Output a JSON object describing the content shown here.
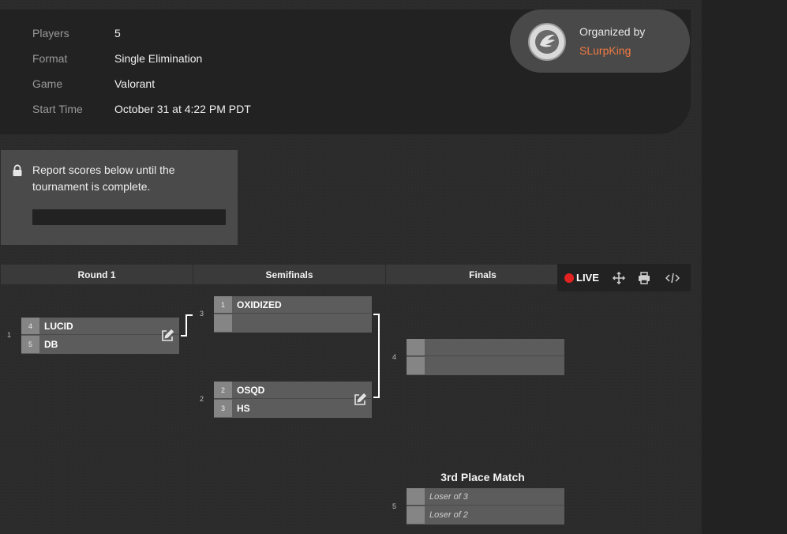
{
  "info": {
    "rows": [
      {
        "label": "Players",
        "value": "5"
      },
      {
        "label": "Format",
        "value": "Single Elimination"
      },
      {
        "label": "Game",
        "value": "Valorant"
      },
      {
        "label": "Start Time",
        "value": "October 31 at 4:22 PM PDT"
      }
    ]
  },
  "organizer": {
    "title": "Organized by",
    "name": "SLurpKing",
    "icon": "wing-logo"
  },
  "notice": {
    "icon": "lock-icon",
    "message": "Report scores below until the tournament is complete."
  },
  "rounds": [
    "Round 1",
    "Semifinals",
    "Finals"
  ],
  "toolbar": {
    "live_label": "LIVE",
    "icons": [
      "move-icon",
      "print-icon",
      "embed-code-icon"
    ]
  },
  "matches": {
    "m1": {
      "number": "1",
      "top": {
        "seed": "4",
        "name": "LUCID"
      },
      "bottom": {
        "seed": "5",
        "name": "DB"
      }
    },
    "m3": {
      "number": "3",
      "top": {
        "seed": "1",
        "name": "OXIDIZED"
      },
      "bottom": {
        "seed": "",
        "name": ""
      }
    },
    "m2": {
      "number": "2",
      "top": {
        "seed": "2",
        "name": "OSQD"
      },
      "bottom": {
        "seed": "3",
        "name": "HS"
      }
    },
    "m4": {
      "number": "4",
      "top": {
        "seed": "",
        "name": ""
      },
      "bottom": {
        "seed": "",
        "name": ""
      }
    },
    "m5": {
      "number": "5",
      "top": {
        "seed": "",
        "name": "Loser of 3"
      },
      "bottom": {
        "seed": "",
        "name": "Loser of 2"
      }
    }
  },
  "third_place": {
    "title": "3rd Place Match"
  },
  "colors": {
    "accent": "#f07a42",
    "live": "#e32222"
  }
}
